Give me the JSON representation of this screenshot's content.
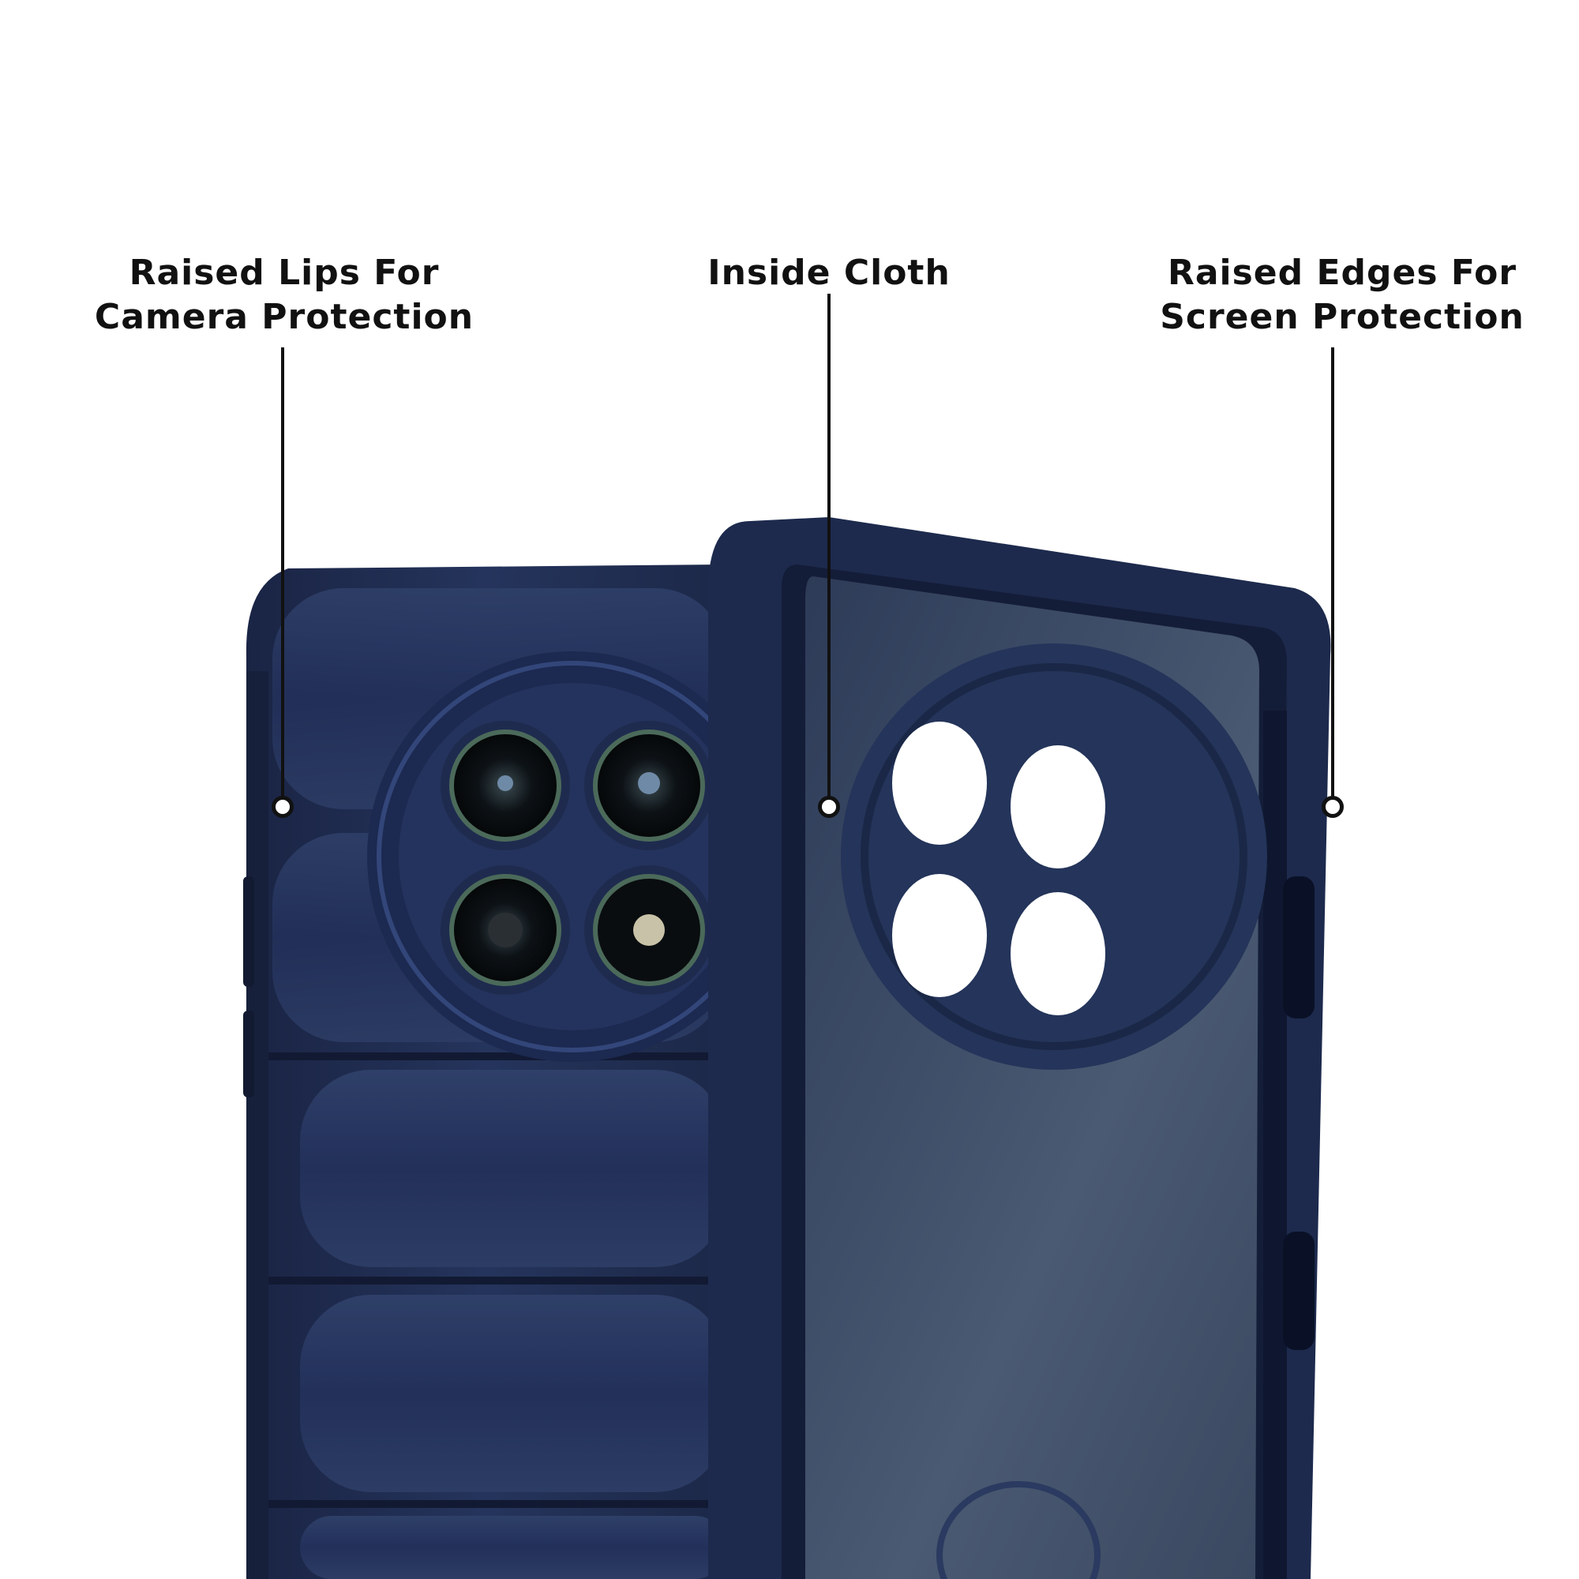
{
  "callouts": [
    {
      "line1": "Raised Lips For",
      "line2": "Camera Protection"
    },
    {
      "line1": "Inside Cloth",
      "line2": ""
    },
    {
      "line1": "Raised Edges For",
      "line2": "Screen Protection"
    }
  ],
  "colors": {
    "case_navy": "#1f2d4f",
    "case_dark": "#141d36",
    "case_inner": "#44546c",
    "label_text": "#111111",
    "background": "#ffffff"
  }
}
